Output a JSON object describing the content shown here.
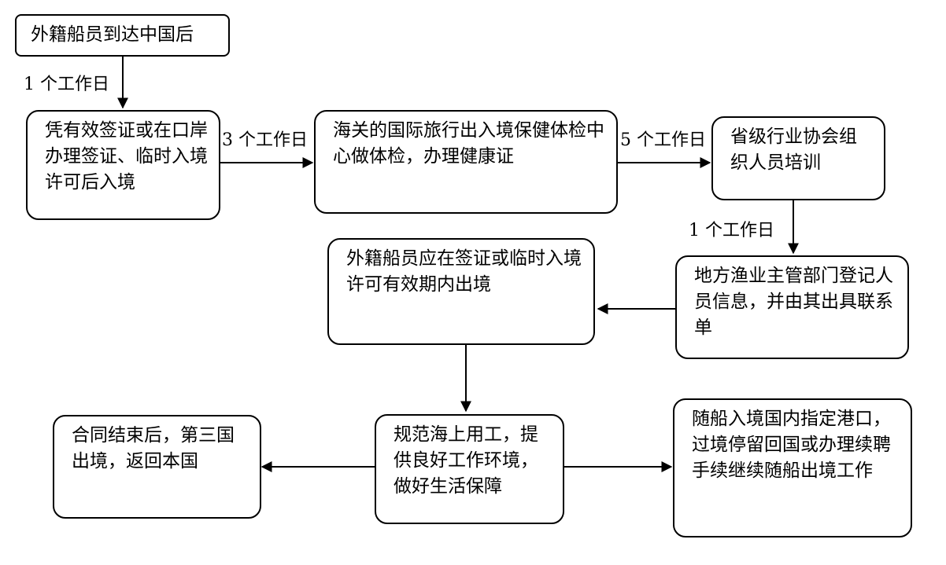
{
  "nodes": {
    "arrive": "外籍船员到达中国后",
    "entry": "凭有效签证或在口岸办理签证、临时入境许可后入境",
    "health": "海关的国际旅行出入境保健体检中心做体检，办理健康证",
    "training": "省级行业协会组织人员培训",
    "register": "地方渔业主管部门登记人员信息，并由其出具联系单",
    "exit_valid": "外籍船员应在签证或临时入境许可有效期内出境",
    "work": "规范海上用工，提供良好工作环境，做好生活保障",
    "return_home": "合同结束后，第三国出境，返回本国",
    "port_transit": "随船入境国内指定港口，过境停留回国或办理续聘手续继续随船出境工作"
  },
  "edge_labels": {
    "arrive_to_entry": "1 个工作日",
    "entry_to_health": "3 个工作日",
    "health_to_training": "5 个工作日",
    "training_to_register": "1 个工作日"
  }
}
